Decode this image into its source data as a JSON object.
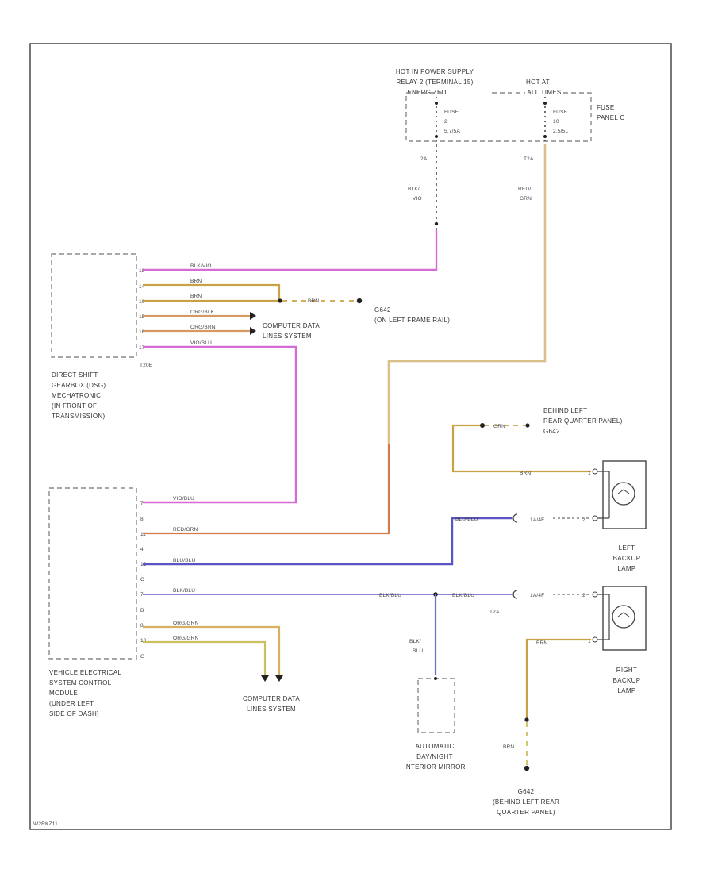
{
  "diagram_id": "W2RKZ11",
  "colors": {
    "blk_vio": "#d66ad6",
    "brn": "#c9a246",
    "org_brn": "#d49a62",
    "vio_blu": "#d66ad6",
    "red_grn": "#d47a4e",
    "grn": "#d9bd7a",
    "blu_blu": "#5a54c4",
    "blu_blu_light": "#8a84d4",
    "org_grn_1": "#d9b061",
    "org_grn_2": "#c9c061",
    "red_grn_top": "#d8c28a",
    "blk_blu": "#7070c8"
  },
  "top": {
    "hot_in_label_1": "HOT IN POWER SUPPLY",
    "hot_in_label_2": "RELAY 2 (TERMINAL 15)",
    "hot_in_label_3": "ENERGIZED",
    "hot_at_label_1": "HOT AT",
    "hot_at_label_2": "ALL TIMES",
    "fuse1_l1": "FUSE",
    "fuse1_l2": "2",
    "fuse1_l3": "5.7/5A",
    "fuse2_l1": "FUSE",
    "fuse2_l2": "10",
    "fuse2_l3": "2.5/5L",
    "fuse_panel_l1": "FUSE",
    "fuse_panel_l2": "PANEL C",
    "term1": "2A",
    "term2": "T2A",
    "wire1_l1": "BLK/",
    "wire1_l2": "VIO",
    "wire2_l1": "RED/",
    "wire2_l2": "GRN"
  },
  "dsg": {
    "name_1": "DIRECT SHIFT",
    "name_2": "GEARBOX (DSG)",
    "name_3": "MECHATRONIC",
    "name_4": "(IN FRONT OF",
    "name_5": "TRANSMISSION)",
    "connector": "T20E",
    "pins": [
      "18",
      "14",
      "10",
      "15",
      "16",
      "17"
    ],
    "wires": [
      "BLK/VIO",
      "BRN",
      "BRN",
      "ORG/BLK",
      "ORG/BRN",
      "VIO/BLU"
    ],
    "ground_wire": "BRN",
    "ground_id": "G642",
    "ground_desc": "(ON LEFT FRAME RAIL)",
    "cdl_1": "COMPUTER DATA",
    "cdl_2": "LINES SYSTEM"
  },
  "vesc": {
    "name_1": "VEHICLE ELECTRICAL",
    "name_2": "SYSTEM CONTROL",
    "name_3": "MODULE",
    "name_4": "(UNDER LEFT",
    "name_5": "SIDE OF DASH)",
    "pins": [
      "7",
      "8",
      "11",
      "4",
      "12",
      "C",
      "7",
      "B",
      "8",
      "10",
      "G"
    ],
    "wires": [
      "VIO/BLU",
      "RED/GRN",
      "BLU/BLU",
      "BLK/BLU",
      "ORG/GRN",
      "ORG/GRN"
    ],
    "cdl_1": "COMPUTER DATA",
    "cdl_2": "LINES SYSTEM"
  },
  "lamps": {
    "left_1": "LEFT",
    "left_2": "BACKUP",
    "left_3": "LAMP",
    "right_1": "RIGHT",
    "right_2": "BACKUP",
    "right_3": "LAMP",
    "grn_top": "GRN",
    "grn_mid": "BRN",
    "grn_bot": "BRN",
    "wire_blu_top": "BLU/BLU",
    "wire_blu_mid_1": "BLK/BLU",
    "wire_blu_mid_2": "BLK/BLU",
    "conn_1": "1A/4F",
    "conn_2": "1A/4F",
    "pin_1": "1",
    "pin_2": "2",
    "pin_3": "2",
    "pin_4": "1",
    "splice": "T2A",
    "ground_top_1": "BEHIND LEFT",
    "ground_top_2": "REAR QUARTER PANEL)",
    "ground_top_3": "G642",
    "ground_bot_id": "G642",
    "ground_bot_1": "(BEHIND LEFT REAR",
    "ground_bot_2": "QUARTER PANEL)",
    "ground_bot_wire": "BRN"
  },
  "mirror": {
    "wire_1": "BLK/",
    "wire_2": "BLU",
    "name_1": "AUTOMATIC",
    "name_2": "DAY/NIGHT",
    "name_3": "INTERIOR MIRROR"
  }
}
